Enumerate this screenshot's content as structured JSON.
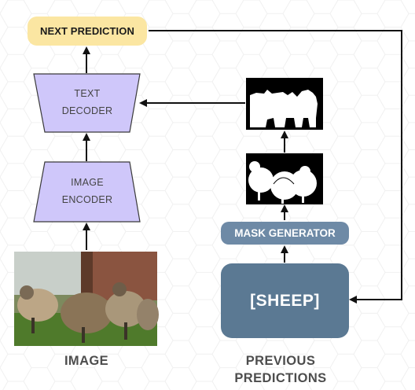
{
  "nodes": {
    "next_prediction": "NEXT PREDICTION",
    "text_decoder": [
      "TEXT",
      "DECODER"
    ],
    "image_encoder": [
      "IMAGE",
      "ENCODER"
    ],
    "mask_generator": "MASK GENERATOR",
    "previous_token": "[SHEEP]"
  },
  "captions": {
    "image": "IMAGE",
    "previous_predictions": [
      "PREVIOUS",
      "PREDICTIONS"
    ]
  },
  "colors": {
    "next_prediction_fill": "#fbe6a2",
    "trapezoid_fill": "#cfc7fa",
    "trapezoid_stroke": "#3a3a3a",
    "mask_generator_fill": "#6e8aa6",
    "sheep_box_fill": "#5b7993",
    "arrow": "#111111"
  }
}
